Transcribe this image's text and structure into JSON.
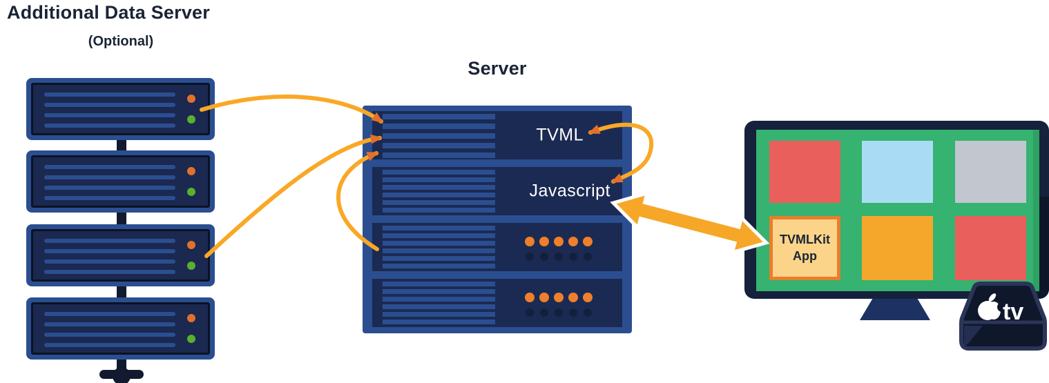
{
  "additional_data_server": {
    "title": "Additional Data Server",
    "subtitle": "(Optional)",
    "unit_count": 4,
    "led_colors": {
      "top": "#E0712C",
      "bottom": "#58B02E"
    }
  },
  "server": {
    "title": "Server",
    "rows": [
      {
        "type": "labeled",
        "label": "TVML"
      },
      {
        "type": "labeled",
        "label": "Javascript"
      },
      {
        "type": "indicator-dots",
        "orange_dots": 5,
        "dark_dots": 5
      },
      {
        "type": "indicator-dots",
        "orange_dots": 5,
        "dark_dots": 5
      }
    ]
  },
  "tv": {
    "screen_color": "#36B271",
    "tiles": [
      {
        "name": "tile-red",
        "color": "#E95F5C"
      },
      {
        "name": "tile-light-blue",
        "color": "#A9DCF4"
      },
      {
        "name": "tile-gray",
        "color": "#C2C6CE"
      },
      {
        "name": "tile-tvmlkit-app",
        "color": "#FBD489",
        "border_color": "#EA7E2B",
        "label_line1": "TVMLKit",
        "label_line2": "App"
      },
      {
        "name": "tile-orange",
        "color": "#F4A72B"
      },
      {
        "name": "tile-red-2",
        "color": "#E95F5C"
      }
    ],
    "apple_tv_logo_text": "tv"
  },
  "arrows": {
    "shaft_color": "#F9A826",
    "head_color": "#E2702C",
    "big_arrow_color": "#F6A728",
    "connections": [
      "data-server-unit-1 to server-row-1",
      "data-server-unit-3 to server-row-1",
      "server-lower-rows to server-row-1",
      "TVML to Javascript loop",
      "Javascript to TVMLKit App bidirectional"
    ]
  }
}
